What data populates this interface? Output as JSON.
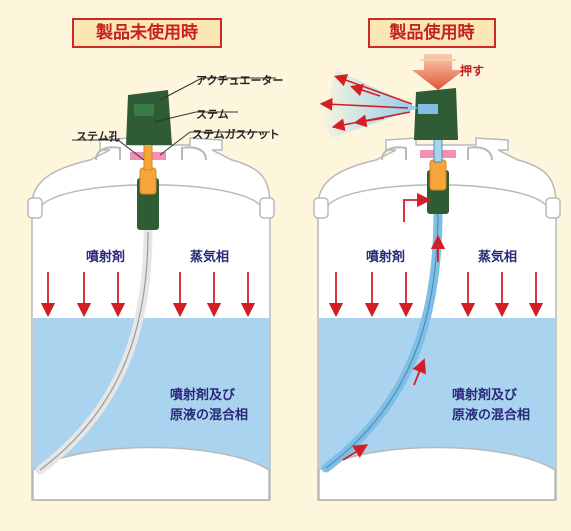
{
  "panels": {
    "left": {
      "title": "製品未使用時"
    },
    "right": {
      "title": "製品使用時"
    }
  },
  "labels": {
    "actuator": "アクチュエーター",
    "stem": "ステム",
    "stem_hole": "ステム孔",
    "stem_gasket": "ステムガスケット",
    "push": "押す"
  },
  "zones": {
    "propellant": "噴射剤",
    "vapor_phase": "蒸気相",
    "mixed_phase_line1": "噴射剤及び",
    "mixed_phase_line2": "原液の混合相"
  },
  "colors": {
    "title_border": "#cc2a2a",
    "title_fill": "#fbe7b4",
    "liquid": "#a9d3ee",
    "actuator": "#2f5c35",
    "valve": "#f5a53a",
    "arrow_red": "#d21f26",
    "spray": "#8ccaf0",
    "background": "#fdf6dc"
  }
}
